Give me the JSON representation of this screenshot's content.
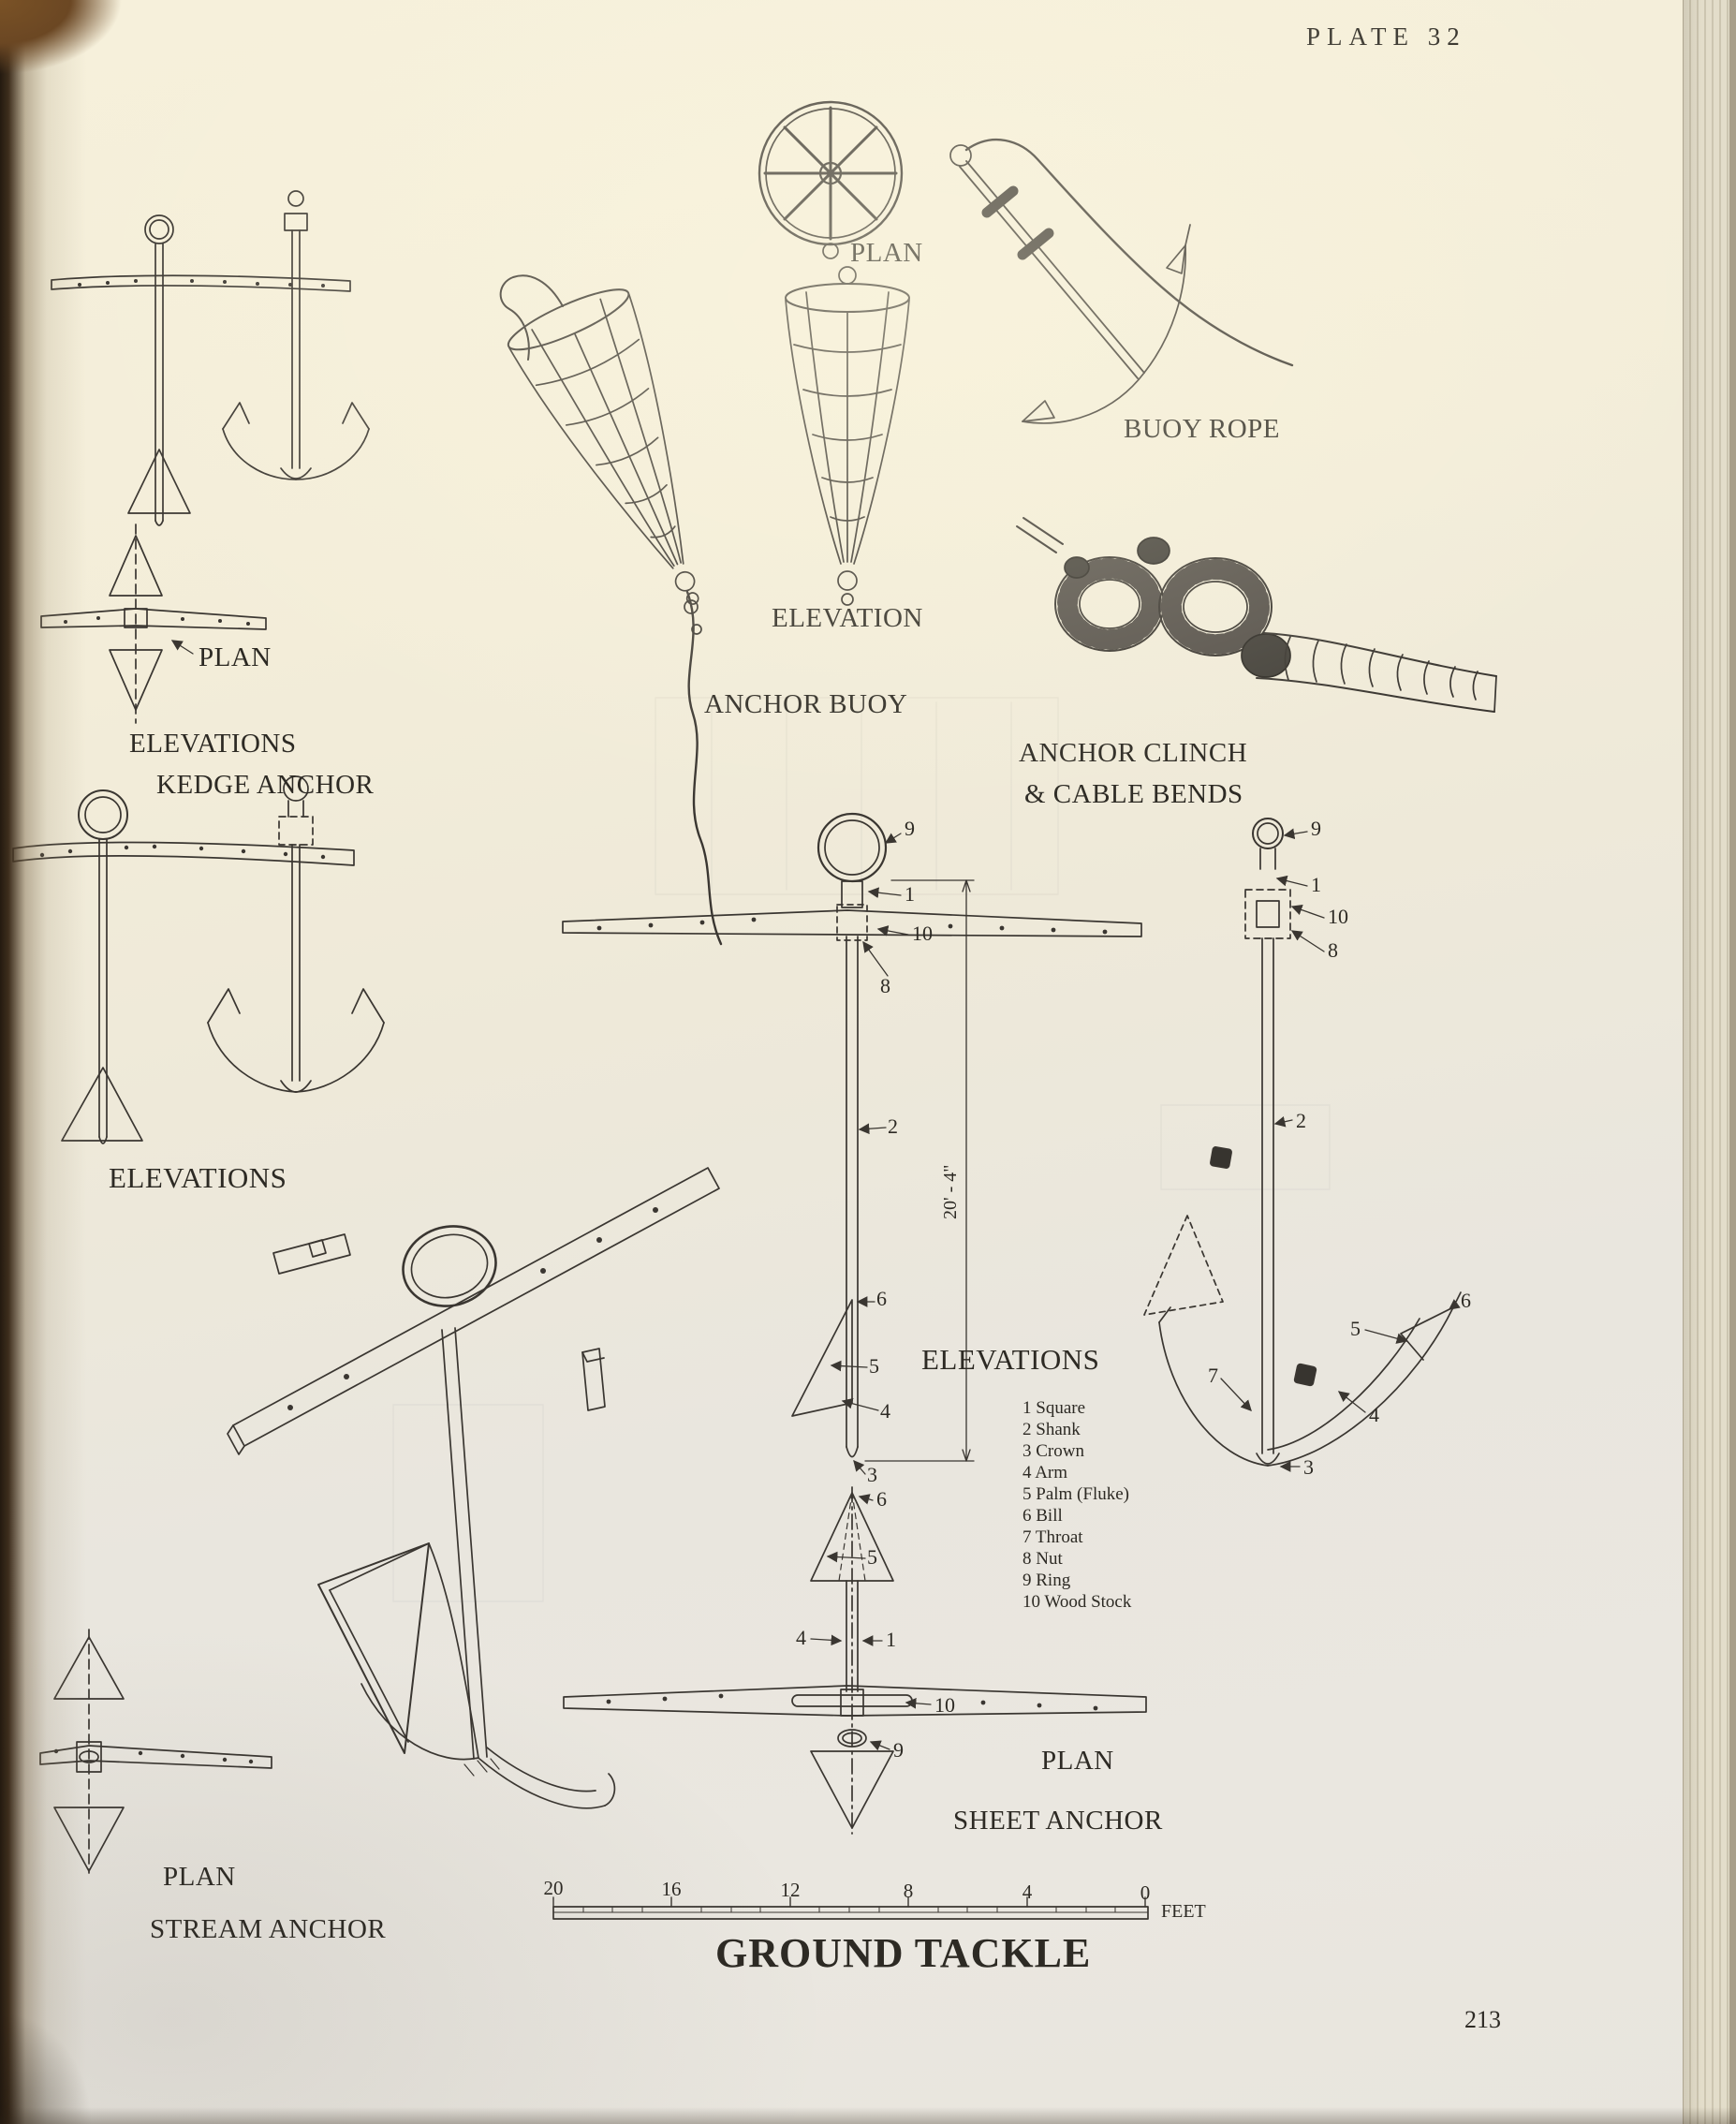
{
  "page": {
    "plate_title": "PLATE 32",
    "page_number": "213",
    "main_title": "GROUND TACKLE"
  },
  "labels": {
    "kedge_elevations": "ELEVATIONS",
    "kedge_name": "KEDGE ANCHOR",
    "kedge_plan": "PLAN",
    "buoy_plan": "PLAN",
    "buoy_elevation": "ELEVATION",
    "buoy_name": "ANCHOR BUOY",
    "buoy_rope": "BUOY ROPE",
    "clinch_line1": "ANCHOR CLINCH",
    "clinch_line2": "& CABLE BENDS",
    "mid_elevations": "ELEVATIONS",
    "sheet_elevations": "ELEVATIONS",
    "sheet_dim": "20' - 4\"",
    "sheet_plan": "PLAN",
    "sheet_name": "SHEET ANCHOR",
    "stream_plan": "PLAN",
    "stream_name": "STREAM ANCHOR"
  },
  "legend": {
    "items": [
      "1 Square",
      "2 Shank",
      "3 Crown",
      "4 Arm",
      "5 Palm (Fluke)",
      "6 Bill",
      "7 Throat",
      "8 Nut",
      "9 Ring",
      "10 Wood Stock"
    ]
  },
  "numbers": {
    "n1": "1",
    "n2": "2",
    "n3": "3",
    "n4": "4",
    "n5": "5",
    "n6": "6",
    "n7": "7",
    "n8": "8",
    "n9": "9",
    "n10": "10"
  },
  "scale": {
    "ticks": [
      "20",
      "16",
      "12",
      "8",
      "4",
      "0"
    ],
    "unit": "FEET"
  },
  "colors": {
    "ink": "#3a3631",
    "paper": "#f2ecdb"
  }
}
